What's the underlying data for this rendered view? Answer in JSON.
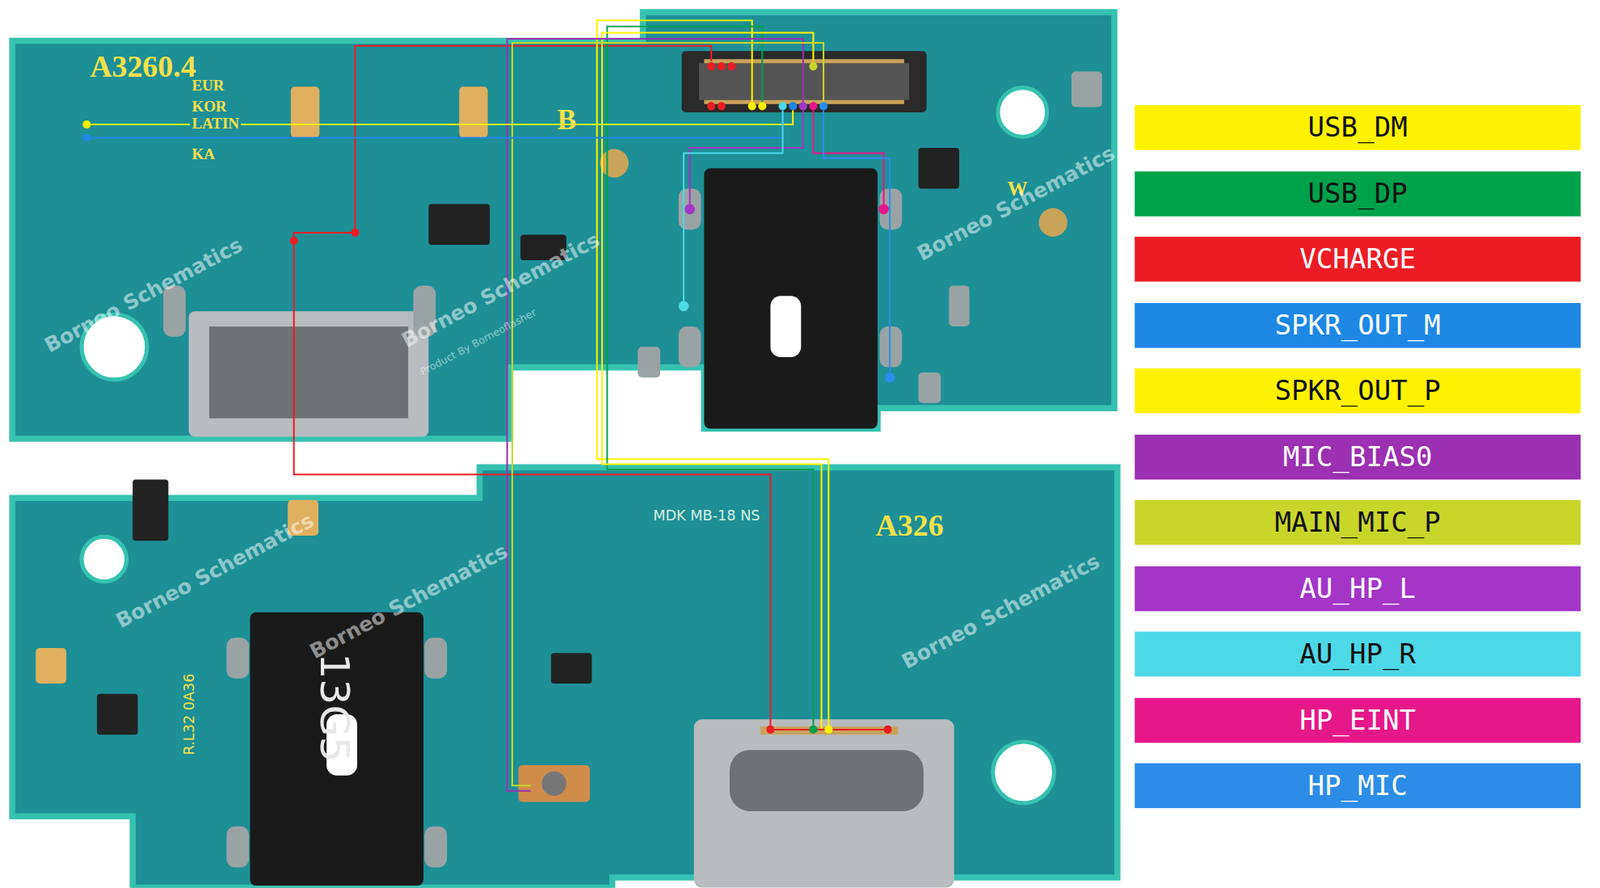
{
  "diagram": {
    "labels": [
      "A3260.4",
      "EUR",
      "KOR",
      "LATIN",
      "KA",
      "B",
      "W",
      "A326",
      "13G5",
      "R.L32 0A36",
      "MDK MB-18 NS",
      "Borneo Schematics",
      "Borneo Schematics",
      "Borneo Schematics",
      "Borneo Schematics",
      "Borneo Schematics",
      "Borneo Schematics",
      "Product By Borneoflasher"
    ],
    "legend": [
      {
        "text": "USB_DM",
        "color": "#fff200"
      },
      {
        "text": "USB_DP",
        "color": "#00a14b"
      },
      {
        "text": "VCHARGE",
        "color": "#ed1c24"
      },
      {
        "text": "SPKR_OUT_M",
        "color": "#1e88e5"
      },
      {
        "text": "SPKR_OUT_P",
        "color": "#fff200"
      },
      {
        "text": "MIC_BIAS0",
        "color": "#9b30b0"
      },
      {
        "text": "MAIN_MIC_P",
        "color": "#c8d62b"
      },
      {
        "text": "AU_HP_L",
        "color": "#a335c8"
      },
      {
        "text": "AU_HP_R",
        "color": "#4dd8e8"
      },
      {
        "text": "HP_EINT",
        "color": "#e6178a"
      },
      {
        "text": "HP_MIC",
        "color": "#2b8de8"
      }
    ]
  }
}
